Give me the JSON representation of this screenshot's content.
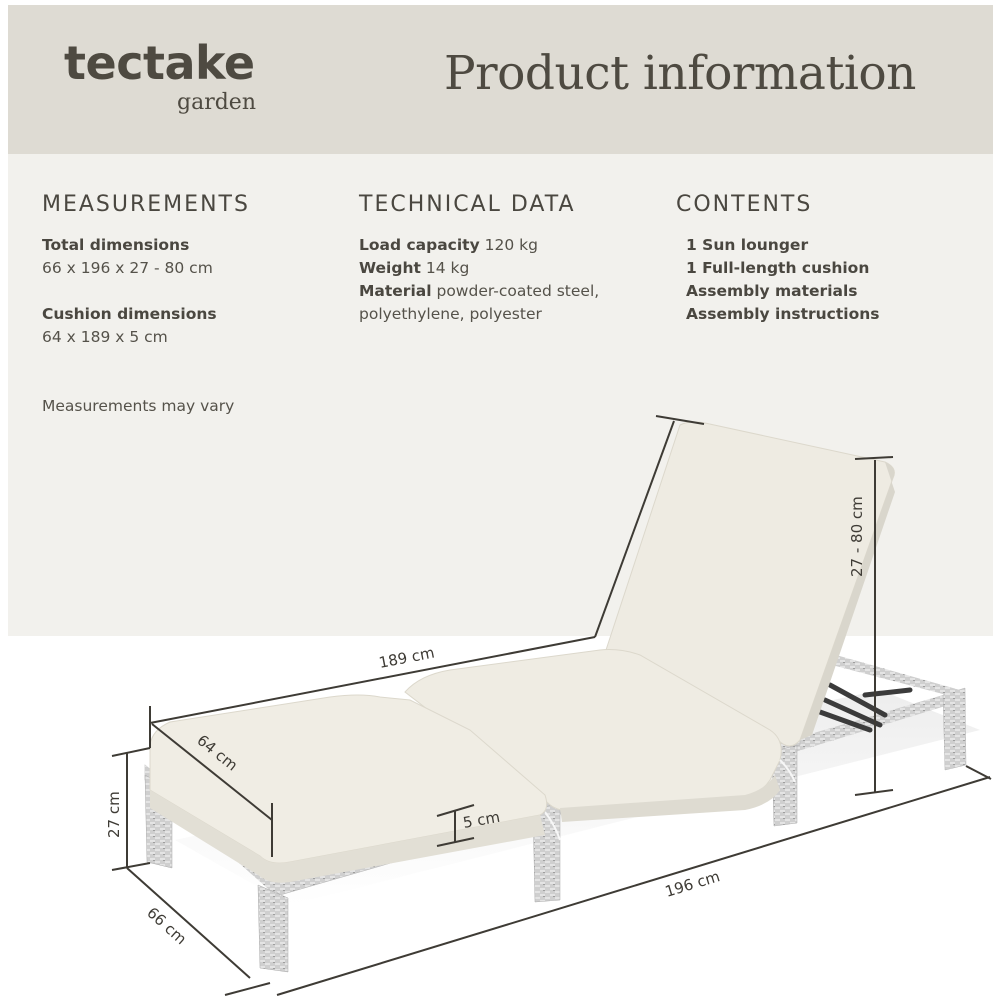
{
  "brand": {
    "name": "tectake",
    "sub": "garden"
  },
  "header": {
    "title": "Product information"
  },
  "measurements": {
    "heading": "MEASUREMENTS",
    "total_label": "Total dimensions",
    "total_value": "66 x 196 x 27 - 80 cm",
    "cushion_label": "Cushion dimensions",
    "cushion_value": "64 x 189 x 5 cm",
    "note": "Measurements may vary"
  },
  "technical_data": {
    "heading": "TECHNICAL DATA",
    "items": [
      {
        "label": "Load capacity",
        "value": "120 kg"
      },
      {
        "label": "Weight",
        "value": "14 kg"
      },
      {
        "label": "Material",
        "value": "powder-coated steel,"
      },
      {
        "label": "",
        "value": "polyethylene, polyester"
      }
    ]
  },
  "contents": {
    "heading": "CONTENTS",
    "items": [
      "1 Sun lounger",
      "1 Full-length cushion",
      "Assembly materials",
      "Assembly instructions"
    ]
  },
  "dimensions": {
    "cushion_length": "189 cm",
    "cushion_width": "64 cm",
    "cushion_thickness": "5 cm",
    "frame_height": "27 cm",
    "frame_width": "66 cm",
    "frame_length": "196 cm",
    "backrest_height": "27 - 80 cm"
  },
  "colors": {
    "header_bg": "#dedbd3",
    "body_bg": "#f2f1ed",
    "text": "#4a4740",
    "cushion": "#efece3",
    "rattan": "#c9c9c9"
  }
}
